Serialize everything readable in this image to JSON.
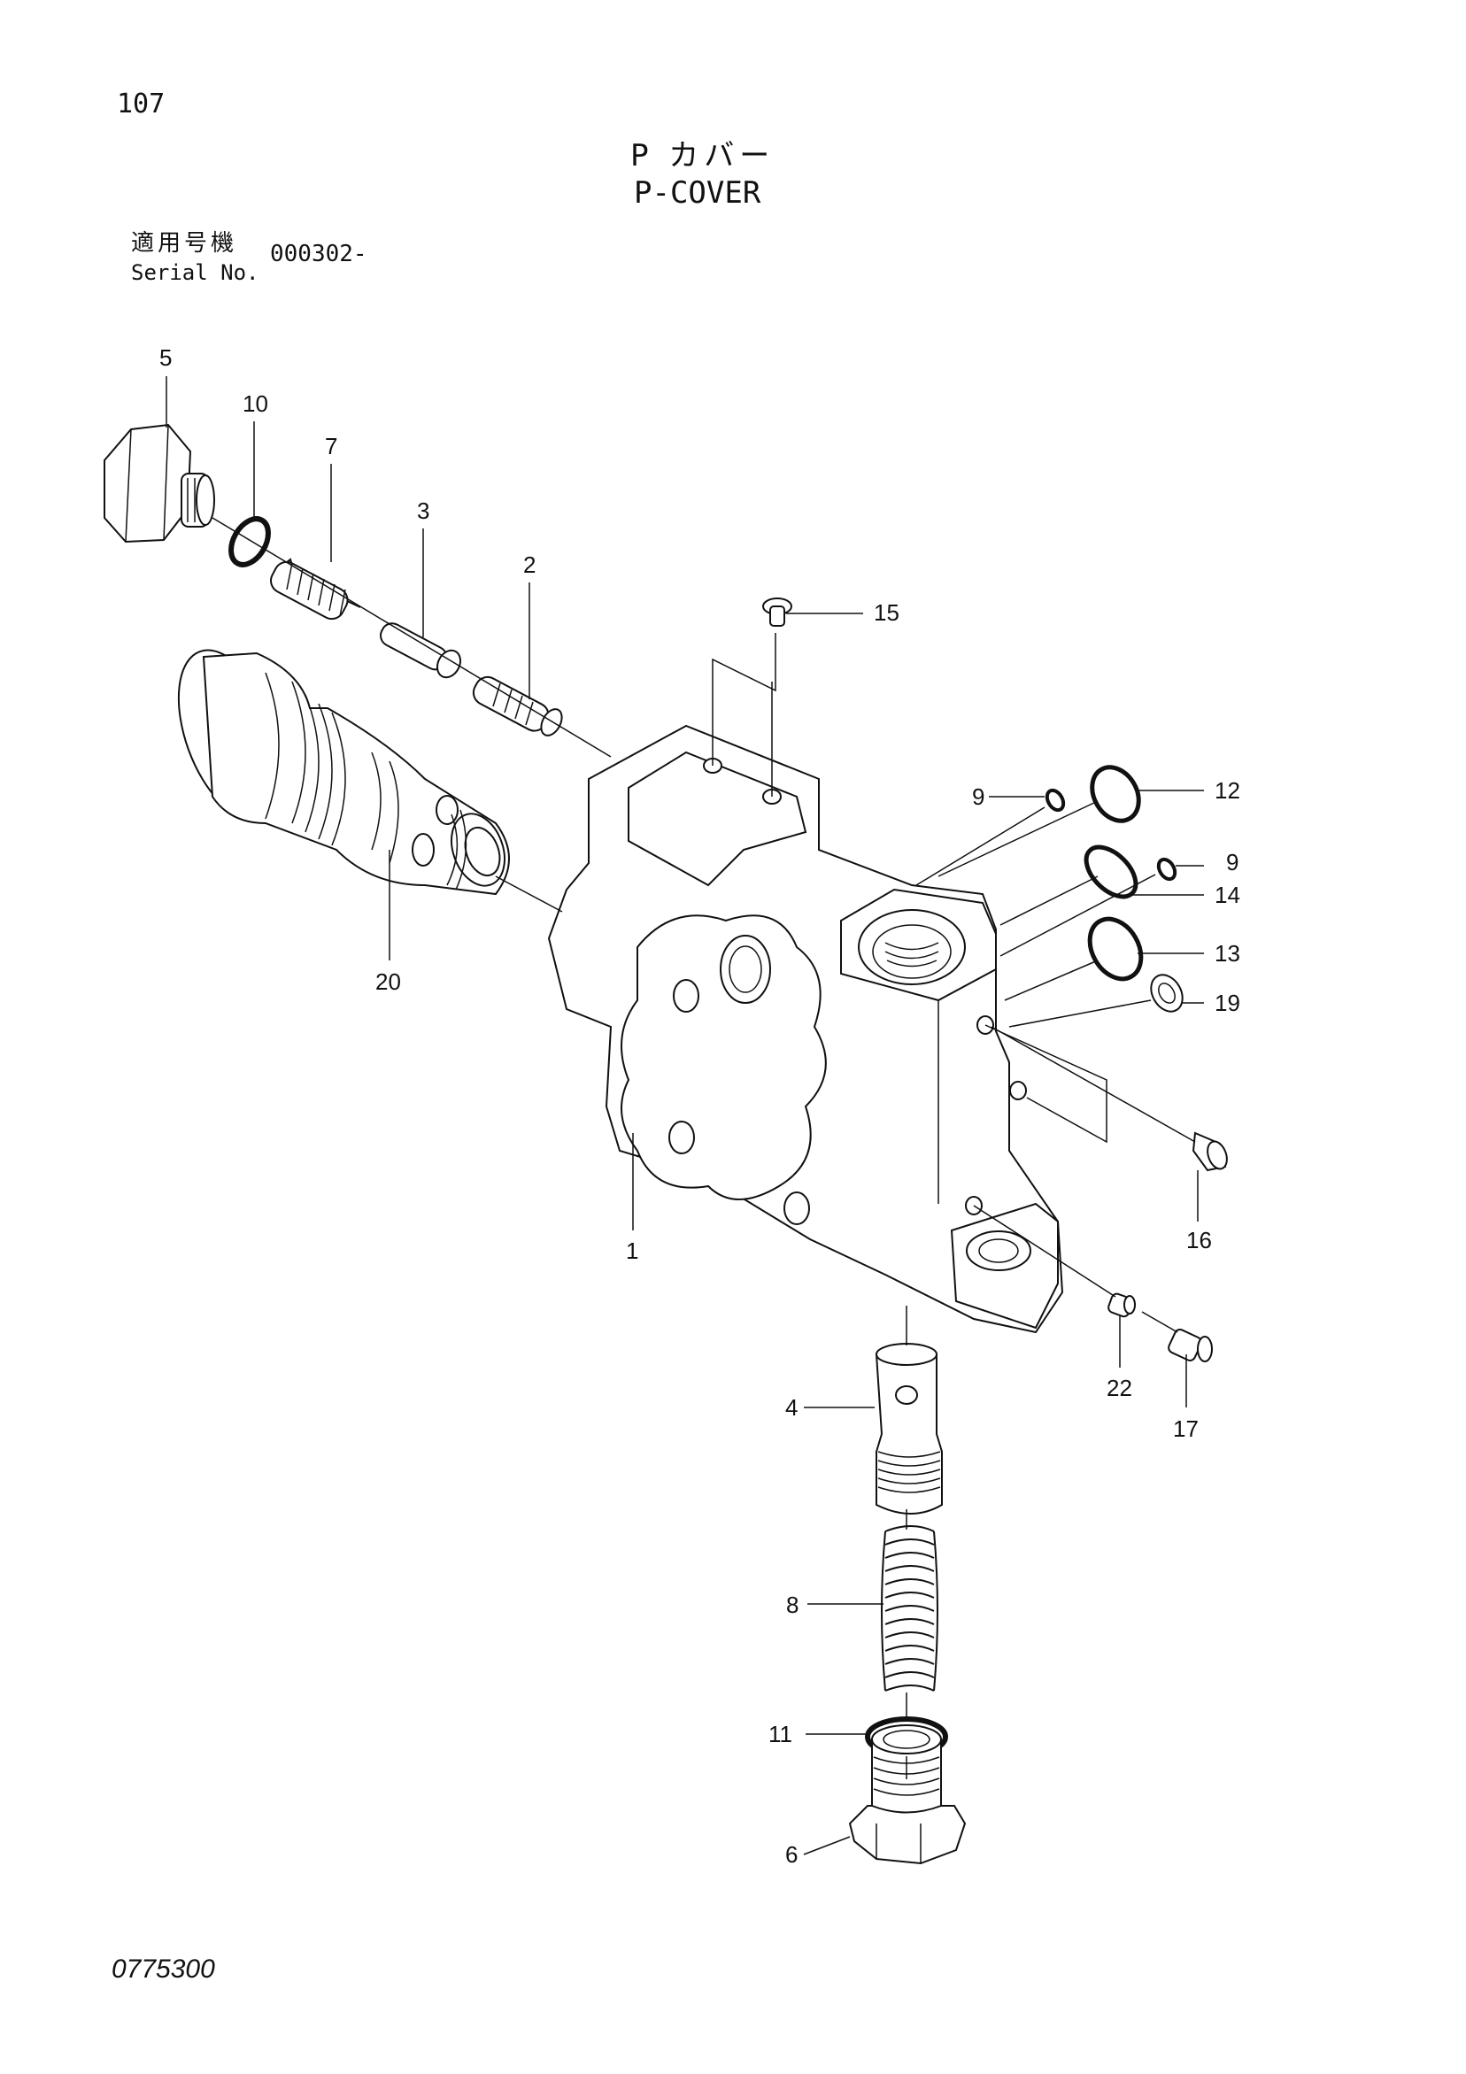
{
  "header": {
    "page_number": "107",
    "title_jp": "P カバー",
    "title_en": "P-COVER",
    "serial_label_jp": "適用号機",
    "serial_label_en": "Serial No.",
    "serial_value": "000302-"
  },
  "footer": {
    "drawing_number": "0775300"
  },
  "callouts": {
    "c1": "1",
    "c2": "2",
    "c3": "3",
    "c4": "4",
    "c5": "5",
    "c6": "6",
    "c7": "7",
    "c8": "8",
    "c9a": "9",
    "c9b": "9",
    "c10": "10",
    "c11": "11",
    "c12": "12",
    "c13": "13",
    "c14": "14",
    "c15": "15",
    "c16": "16",
    "c17": "17",
    "c19": "19",
    "c20": "20",
    "c22": "22"
  }
}
